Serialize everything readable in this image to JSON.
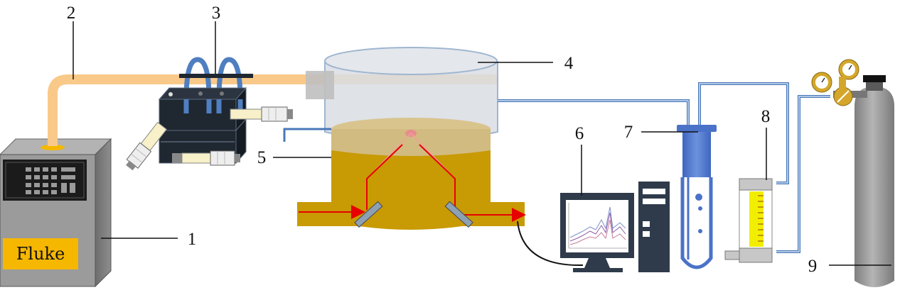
{
  "labels": {
    "n1": "1",
    "n2": "2",
    "n3": "3",
    "n4": "4",
    "n5": "5",
    "n6": "6",
    "n7": "7",
    "n8": "8",
    "n9": "9"
  },
  "fluke_label": "Fluke",
  "colors": {
    "tube_orange": "#f9c98a",
    "chamber_gold": "#c89a04",
    "chamber_glass": "#d9dde3",
    "liquid": "#d9c48e",
    "laser_red": "#e60000",
    "box_gray": "#8c8c8c",
    "pump_dark": "#1f2730",
    "pump_blue": "#4f7fc0",
    "pipe_blue": "#4a78b8",
    "bubbler_blue": "#4a72c8",
    "flowmeter_yellow": "#f2ee00",
    "cylinder_gray": "#9e9e9e",
    "regulator_gold": "#d4a72c",
    "computer_dark": "#2f3b4a"
  },
  "icons": [
    "fluke-thermostat-icon",
    "peristaltic-pump-icon",
    "reaction-chamber-icon",
    "computer-icon",
    "bubbler-icon",
    "flowmeter-icon",
    "gas-cylinder-icon"
  ]
}
